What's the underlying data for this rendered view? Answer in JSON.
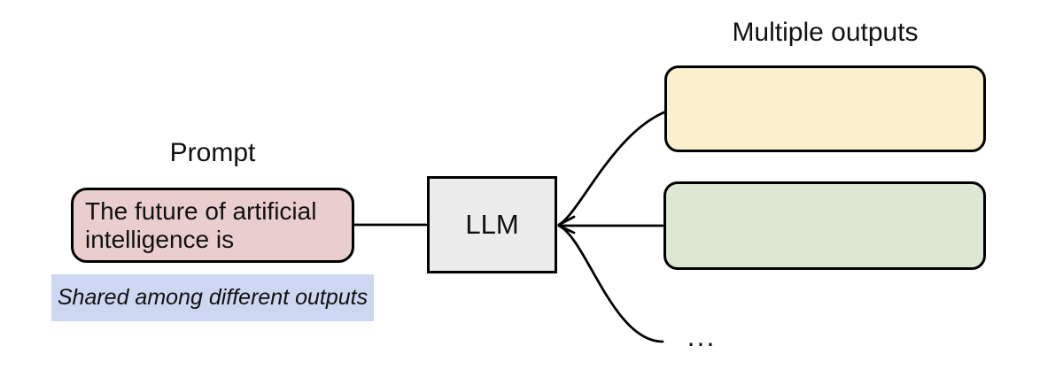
{
  "colors": {
    "prompt_fill": "#EACDCD",
    "caption_fill": "#CDD7F2",
    "llm_fill": "#ECECEC",
    "output1_fill": "#FAF0CE",
    "output2_fill": "#DDE7D4",
    "stroke": "#000000",
    "text": "#111111"
  },
  "prompt": {
    "label": "Prompt",
    "text": "The future of artificial intelligence is",
    "caption": "Shared among different outputs"
  },
  "llm": {
    "label": "LLM"
  },
  "outputs": {
    "label": "Multiple outputs",
    "boxes": [
      {
        "name": "output-1",
        "fill": "#FAF0CE",
        "text": ""
      },
      {
        "name": "output-2",
        "fill": "#DDE7D4",
        "text": ""
      }
    ],
    "ellipsis": "..."
  }
}
